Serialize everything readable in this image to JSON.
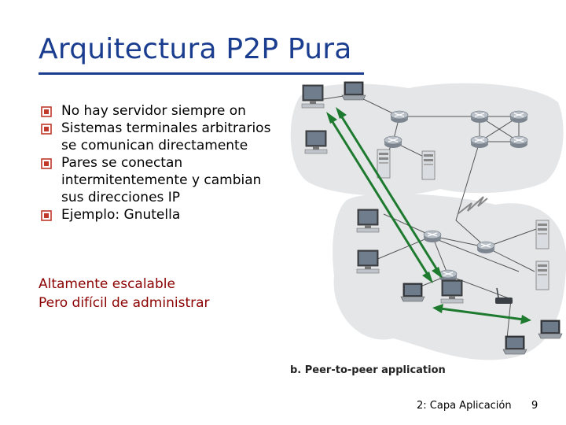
{
  "slide": {
    "title": "Arquitectura P2P Pura",
    "bullets": [
      "No hay servidor siempre on",
      "Sistemas terminales arbitrarios se comunican directamente",
      "Pares se conectan intermitentemente y cambian sus direcciones IP",
      "Ejemplo: Gnutella"
    ],
    "notes": [
      "Altamente escalable",
      "Pero difícil de administrar"
    ],
    "figure_caption": "b. Peer-to-peer application",
    "footer_chapter": "2: Capa Aplicación",
    "page_number": "9"
  },
  "colors": {
    "title": "#1a3d8f",
    "bullet": "#c0392b",
    "notes": "#8b0000",
    "arrow": "#1e7a2e",
    "cloud": "#e4e6e8"
  },
  "icons": {
    "bullet": "red-bullet-icon",
    "router": "router-icon",
    "laptop": "laptop-icon",
    "desktop": "desktop-icon",
    "server": "server-icon",
    "wireless": "wireless-access-point-icon"
  }
}
